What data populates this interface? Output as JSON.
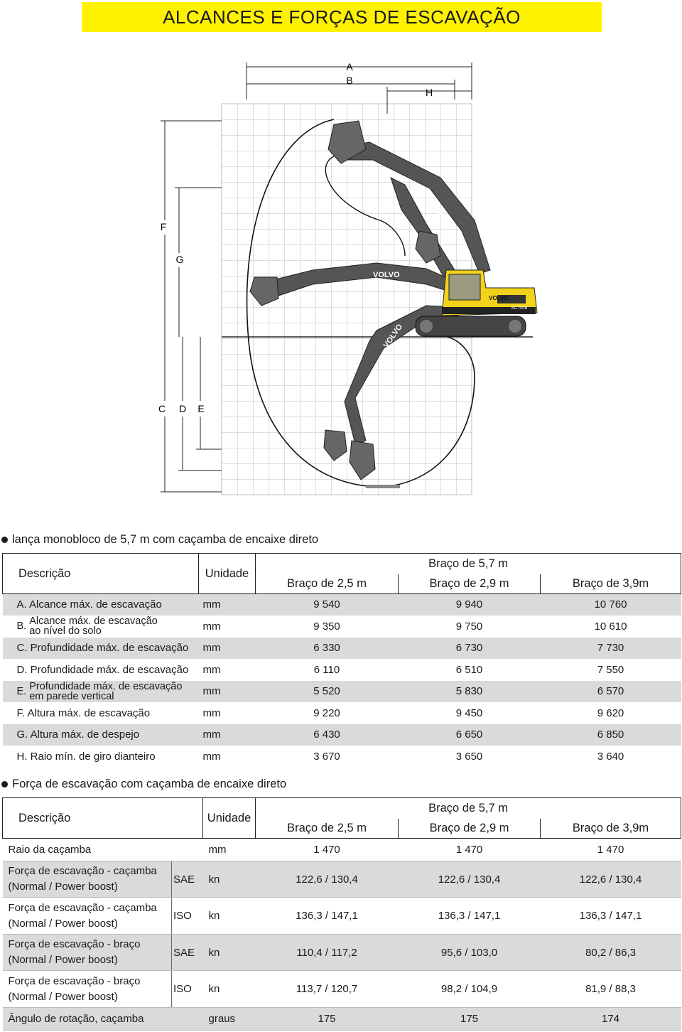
{
  "banner": {
    "title": "ALCANCES E FORÇAS DE ESCAVAÇÃO"
  },
  "diagram": {
    "labels": {
      "a": "A",
      "b": "B",
      "h": "H",
      "f": "F",
      "g": "G",
      "c": "C",
      "d": "D",
      "e": "E"
    },
    "brand": "VOLVO",
    "model": "EC700B"
  },
  "table1": {
    "title": "lança monobloco de 5,7 m com caçamba de encaixe direto",
    "header": {
      "desc": "Descrição",
      "unit": "Unidade",
      "group": "Braço de 5,7 m",
      "cols": [
        "Braço de 2,5 m",
        "Braço de 2,9 m",
        "Braço de 3,9m"
      ]
    },
    "rows": [
      {
        "desc": "A. Alcance máx. de escavação",
        "unit": "mm",
        "values": [
          "9 540",
          "9 940",
          "10 760"
        ]
      },
      {
        "letter": "B.",
        "desc1": "Alcance máx. de escavação",
        "desc2": "ao nível do solo",
        "unit": "mm",
        "values": [
          "9 350",
          "9 750",
          "10 610"
        ]
      },
      {
        "desc": "C. Profundidade máx. de escavação",
        "unit": "mm",
        "values": [
          "6 330",
          "6 730",
          "7 730"
        ]
      },
      {
        "desc": "D. Profundidade máx. de escavação",
        "unit": "mm",
        "values": [
          "6 110",
          "6 510",
          "7 550"
        ]
      },
      {
        "letter": "E.",
        "desc1": "Profundidade máx. de escavação",
        "desc2": "em parede vertical",
        "unit": "mm",
        "values": [
          "5 520",
          "5 830",
          "6 570"
        ]
      },
      {
        "desc": "F. Altura máx. de escavação",
        "unit": "mm",
        "values": [
          "9 220",
          "9 450",
          "9 620"
        ]
      },
      {
        "desc": "G. Altura máx. de despejo",
        "unit": "mm",
        "values": [
          "6 430",
          "6 650",
          "6 850"
        ]
      },
      {
        "desc": "H. Raio mín. de giro dianteiro",
        "unit": "mm",
        "values": [
          "3 670",
          "3 650",
          "3 640"
        ]
      }
    ]
  },
  "table2": {
    "title": "Força de escavação com caçamba de encaixe direto",
    "header": {
      "desc": "Descrição",
      "unit": "Unidade",
      "group": "Braço de 5,7 m",
      "cols": [
        "Braço de 2,5 m",
        "Braço de 2,9 m",
        "Braço de 3,9m"
      ]
    },
    "rows": [
      {
        "desc": "Raio da caçamba",
        "unit": "mm",
        "values": [
          "1 470",
          "1 470",
          "1 470"
        ]
      },
      {
        "desc1": "Força de escavação - caçamba",
        "desc2": "(Normal / Power boost)",
        "std": "SAE",
        "unit": "kn",
        "values": [
          "122,6 / 130,4",
          "122,6 / 130,4",
          "122,6 / 130,4"
        ]
      },
      {
        "desc1": "Força de escavação - caçamba",
        "desc2": "(Normal / Power boost)",
        "std": "ISO",
        "unit": "kn",
        "values": [
          "136,3 / 147,1",
          "136,3 / 147,1",
          "136,3 / 147,1"
        ]
      },
      {
        "desc1": "Força de escavação - braço",
        "desc2": "(Normal / Power boost)",
        "std": "SAE",
        "unit": "kn",
        "values": [
          "110,4 / 117,2",
          "95,6 / 103,0",
          "80,2 / 86,3"
        ]
      },
      {
        "desc1": "Força de escavação - braço",
        "desc2": "(Normal / Power boost)",
        "std": "ISO",
        "unit": "kn",
        "values": [
          "113,7 / 120,7",
          "98,2 / 104,9",
          "81,9 / 88,3"
        ]
      },
      {
        "desc": "Ângulo de rotação, caçamba",
        "unit": "graus",
        "values": [
          "175",
          "175",
          "174"
        ]
      }
    ]
  }
}
